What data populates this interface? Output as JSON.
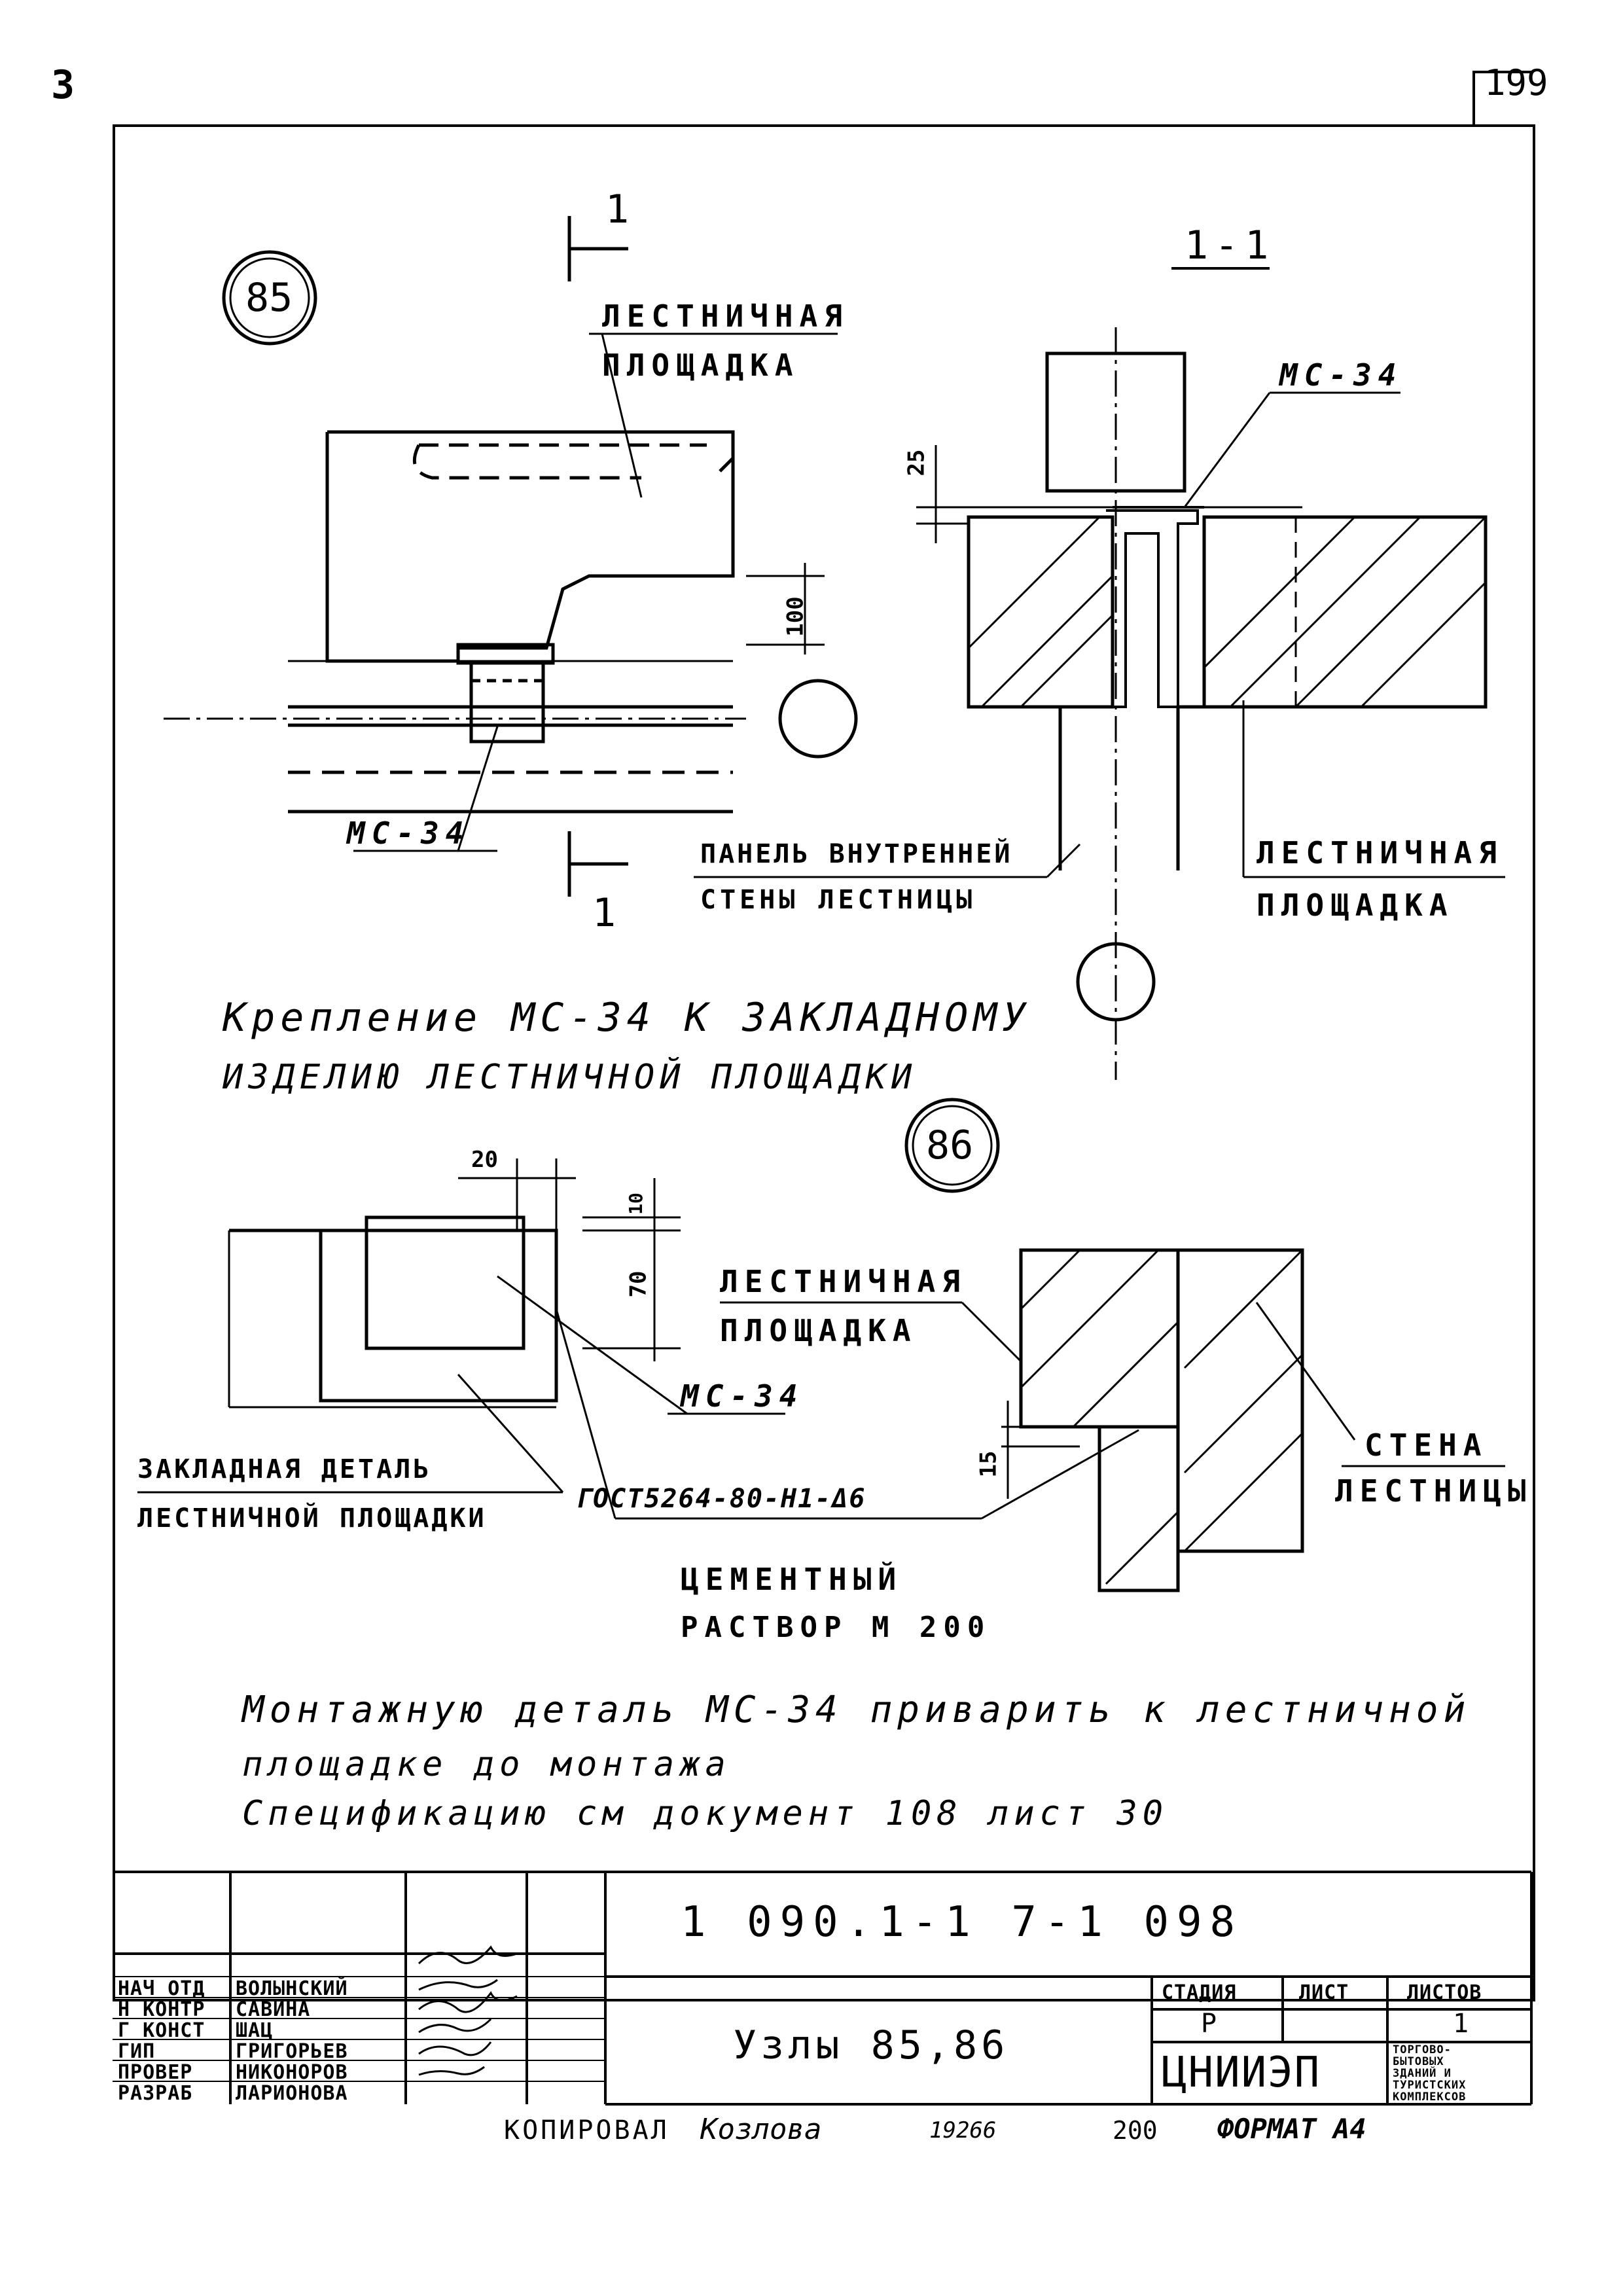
{
  "sheet": {
    "corner_mark": "3",
    "sheet_no": "199"
  },
  "node85": {
    "number": "85",
    "section_mark": "1",
    "section_title": "1-1",
    "label_landing": [
      "ЛЕСТНИЧНАЯ",
      "ПЛОЩАДКА"
    ],
    "part": "МС-34",
    "dim_100": "100",
    "dim_25": "25",
    "label_wall_panel": [
      "ПАНЕЛЬ ВНУТРЕННЕЙ",
      "СТЕНЫ ЛЕСТНИЦЫ"
    ],
    "caption": [
      "Крепление  МС-34  К ЗАКЛАДНОМУ",
      "ИЗДЕЛИЮ ЛЕСТНИЧНОЙ  ПЛОЩАДКИ"
    ]
  },
  "node86": {
    "number": "86",
    "dim_20": "20",
    "dim_10": "10",
    "dim_70": "70",
    "dim_15": "15",
    "label_landing": [
      "ЛЕСТНИЧНАЯ",
      "ПЛОЩАДКА"
    ],
    "part": "МС-34",
    "label_embedded": [
      "ЗАКЛАДНАЯ ДЕТАЛЬ",
      "ЛЕСТНИЧНОЙ ПЛОЩАДКИ"
    ],
    "weld": "ГОСТ5264-80-Н1-Δ6",
    "label_mortar": [
      "ЦЕМЕНТНЫЙ",
      "РАСТВОР М 200"
    ],
    "label_wall": [
      "СТЕНА",
      "ЛЕСТНИЦЫ"
    ]
  },
  "notes": [
    "Монтажную деталь МС-34 приварить к лестничной",
    "площадке до монтажа",
    "Спецификацию см документ 108 лист 30"
  ],
  "title_block": {
    "doc_code": "1 090.1-1 7-1 098",
    "roles": [
      "НАЧ ОТД",
      "Н КОНТР",
      "Г КОНСТ",
      "ГИП",
      "ПРОВЕР",
      "РАЗРАБ"
    ],
    "names": [
      "ВОЛЫНСКИЙ",
      "САВИНА",
      "ШАЦ",
      "ГРИГОРЬЕВ",
      "НИКОНОРОВ",
      "ЛАРИОНОВА"
    ],
    "sheet_title": "Узлы 85,86",
    "stage_header": "СТАДИЯ",
    "sheet_header": "ЛИСТ",
    "sheets_header": "ЛИСТОВ",
    "stage": "Р",
    "sheets": "1",
    "org": "ЦНИИЭП",
    "org_sub": [
      "ТОРГОВО-",
      "БЫТОВЫХ",
      "ЗДАНИЙ И",
      "ТУРИСТСКИХ",
      "КОМПЛЕКСОВ"
    ]
  },
  "footer": {
    "copied": "КОПИРОВАЛ",
    "copier": "Козлова",
    "num": "19266",
    "qty": "200",
    "format": "ФОРМАТ А4"
  }
}
